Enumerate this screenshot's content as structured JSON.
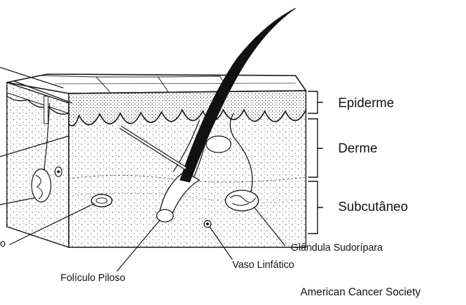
{
  "diagram": {
    "layers": [
      {
        "name": "Epiderme"
      },
      {
        "name": "Derme"
      },
      {
        "name": "Subcutâneo"
      }
    ],
    "callouts": [
      {
        "label": "o"
      },
      {
        "label": "Folículo Piloso"
      },
      {
        "label": "Vaso Linfático"
      },
      {
        "label": "Glândula Sudorípara"
      }
    ],
    "credit": "American Cancer Society"
  }
}
